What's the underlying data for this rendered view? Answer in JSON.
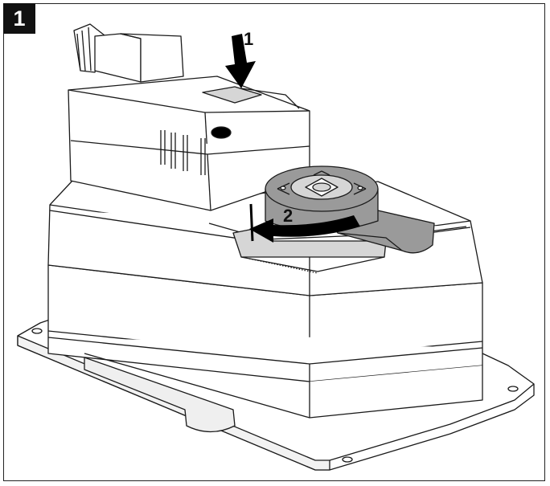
{
  "figure": {
    "number": "1"
  },
  "steps": [
    {
      "label": "1"
    },
    {
      "label": "2"
    }
  ],
  "colors": {
    "line": "#1a1a1a",
    "grey_part": "#9a9a9a",
    "light_grey": "#d6d6d6",
    "arrow": "#000000"
  },
  "icons": {
    "press_arrow": "arrow-down-icon",
    "rotate_arrow": "curved-arrow-left-icon"
  }
}
